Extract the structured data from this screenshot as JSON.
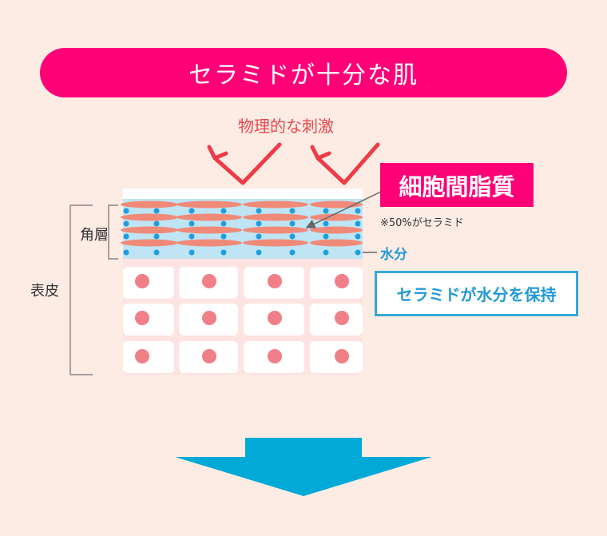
{
  "title": "セラミドが十分な肌",
  "stimulus_label": "物理的な刺激",
  "intercellular_lipid_label": "細胞間脂質",
  "intercellular_lipid_note": "※50%がセラミド",
  "water_label": "水分",
  "ceramide_retains_label": "セラミドが水分を保持",
  "stratum_corneum_label": "角層",
  "epidermis_label": "表皮",
  "colors": {
    "title_pink": "#ff0077",
    "arrow_red": "#ee3b46",
    "lipid_salmon": "#f08a78",
    "water_dot_blue": "#1e9ee0",
    "water_layer_blue": "#bfe4f4",
    "cell_nucleus": "#f07f87",
    "down_arrow_blue": "#00a9d6"
  },
  "icons": {
    "deflect_arrow": "check-arrow-icon",
    "down_arrow": "down-arrow-icon"
  }
}
